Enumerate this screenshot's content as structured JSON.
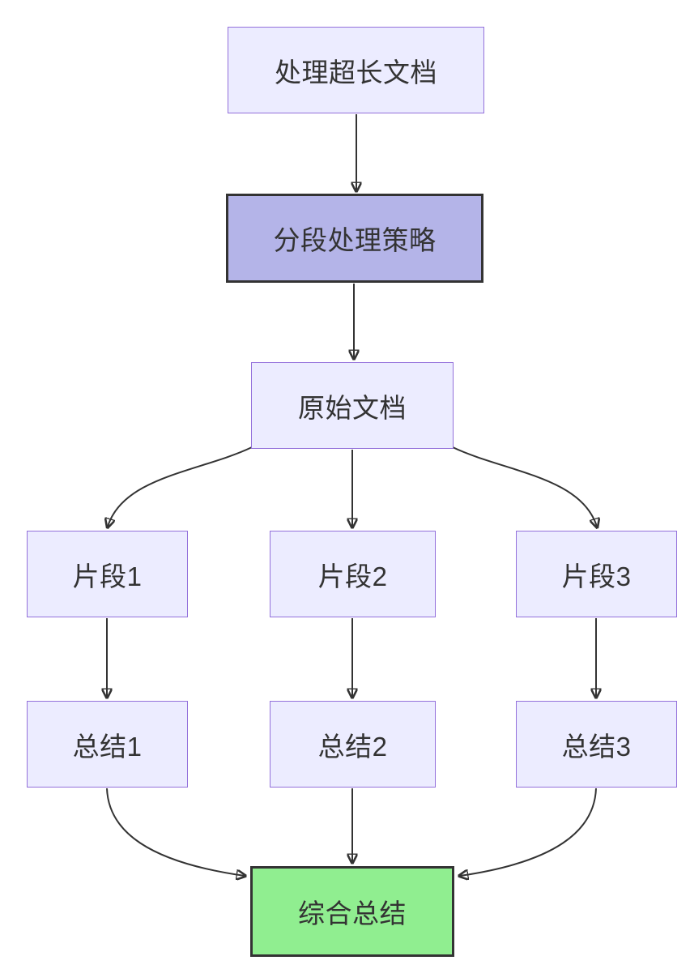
{
  "diagram": {
    "type": "flowchart",
    "direction": "top-down",
    "nodes": [
      {
        "label": "处理超长文档",
        "kind": "default"
      },
      {
        "label": "分段处理策略",
        "kind": "emphasis"
      },
      {
        "label": "原始文档",
        "kind": "default"
      },
      {
        "label": "片段1",
        "kind": "default"
      },
      {
        "label": "片段2",
        "kind": "default"
      },
      {
        "label": "片段3",
        "kind": "default"
      },
      {
        "label": "总结1",
        "kind": "default"
      },
      {
        "label": "总结2",
        "kind": "default"
      },
      {
        "label": "总结3",
        "kind": "default"
      },
      {
        "label": "综合总结",
        "kind": "final"
      }
    ],
    "edges": [
      {
        "from": "处理超长文档",
        "to": "分段处理策略"
      },
      {
        "from": "分段处理策略",
        "to": "原始文档"
      },
      {
        "from": "原始文档",
        "to": "片段1"
      },
      {
        "from": "原始文档",
        "to": "片段2"
      },
      {
        "from": "原始文档",
        "to": "片段3"
      },
      {
        "from": "片段1",
        "to": "总结1"
      },
      {
        "from": "片段2",
        "to": "总结2"
      },
      {
        "from": "片段3",
        "to": "总结3"
      },
      {
        "from": "总结1",
        "to": "综合总结"
      },
      {
        "from": "总结2",
        "to": "综合总结"
      },
      {
        "from": "总结3",
        "to": "综合总结"
      }
    ],
    "colors": {
      "background": "#ffffff",
      "node_fill": "#ECECFF",
      "node_border": "#9370DB",
      "emphasis_fill": "#b4b4e8",
      "final_fill": "#90EE90",
      "emphasis_border": "#333333",
      "edge": "#333333",
      "text": "#333333"
    }
  }
}
